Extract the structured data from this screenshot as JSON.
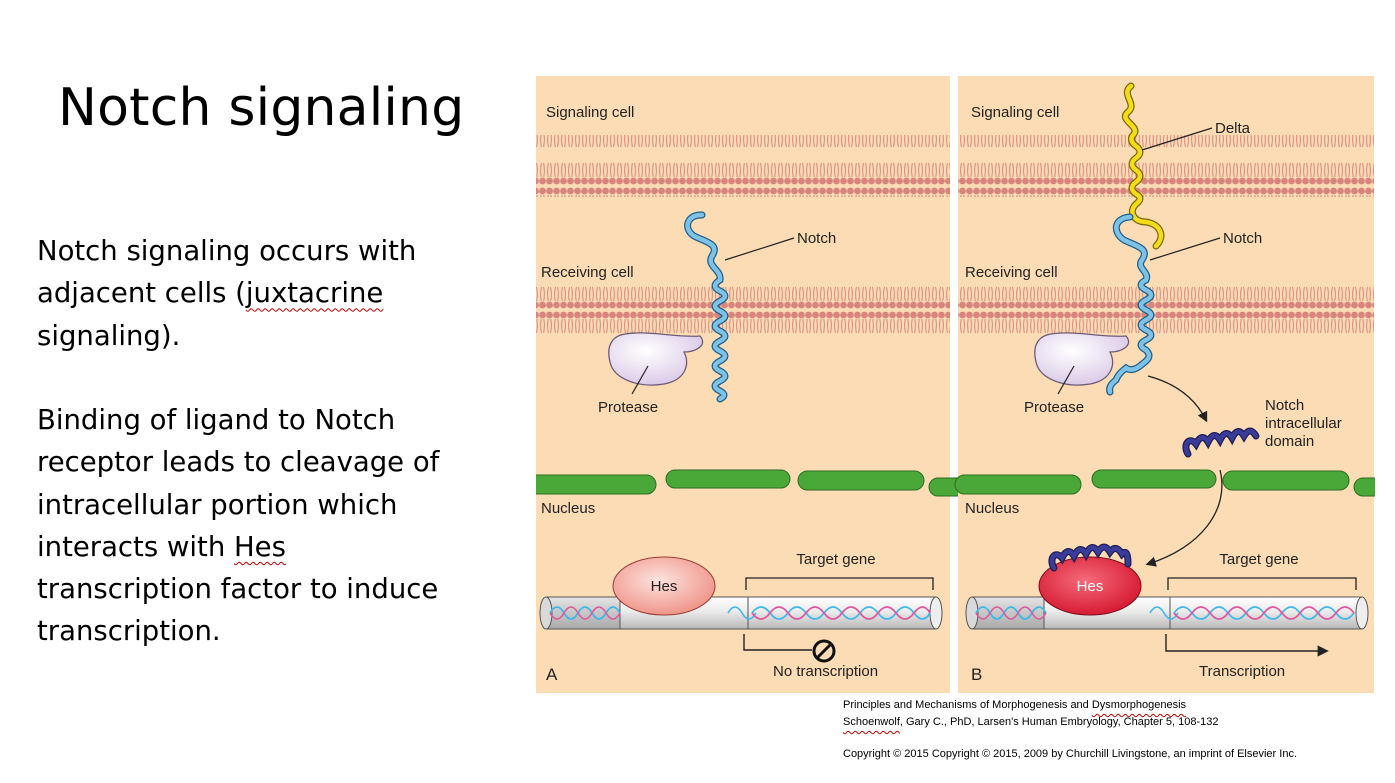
{
  "slide": {
    "title": "Notch signaling",
    "paragraph1": {
      "line1": "Notch signaling occurs with",
      "line2_pre": "adjacent cells (",
      "line2_word": "juxtacrine",
      "line3": "signaling)."
    },
    "paragraph2": {
      "line1": "Binding of ligand to Notch",
      "line2": "receptor leads to cleavage of",
      "line3": "intracellular portion which",
      "line4_pre": "interacts with ",
      "line4_word": "Hes",
      "line5": "transcription factor to induce",
      "line6": "transcription."
    }
  },
  "figure": {
    "panel_a": {
      "letter": "A",
      "signaling_cell": "Signaling cell",
      "receiving_cell": "Receiving cell",
      "notch": "Notch",
      "protease": "Protease",
      "nucleus": "Nucleus",
      "hes": "Hes",
      "target_gene": "Target gene",
      "result": "No transcription"
    },
    "panel_b": {
      "letter": "B",
      "signaling_cell": "Signaling cell",
      "receiving_cell": "Receiving cell",
      "delta": "Delta",
      "notch": "Notch",
      "protease": "Protease",
      "nicd_line1": "Notch",
      "nicd_line2": "intracellular",
      "nicd_line3": "domain",
      "nucleus": "Nucleus",
      "hes": "Hes",
      "target_gene": "Target gene",
      "result": "Transcription"
    },
    "colors": {
      "panel_bg": "#fbdcb4",
      "membrane": "#d9847c",
      "notch": "#7ec3e6",
      "delta": "#f5dc1a",
      "nicd": "#33338a",
      "protease": "#e3d5ec",
      "nuclear_envelope": "#49a838",
      "hes_a": "#f3a59a",
      "hes_b": "#e0283c",
      "dna_blue": "#3fb8e8",
      "dna_pink": "#e0559c"
    }
  },
  "citation": {
    "line1_pre": "Principles and Mechanisms of Morphogenesis and ",
    "line1_word": "Dysmorphogenesis",
    "line2_word": "Schoenwolf",
    "line2_post": ", Gary C., PhD, Larsen's Human Embryology, Chapter 5, 108-132",
    "line3": "Copyright ©  2015   Copyright © 2015, 2009 by Churchill Livingstone, an imprint of Elsevier Inc."
  }
}
